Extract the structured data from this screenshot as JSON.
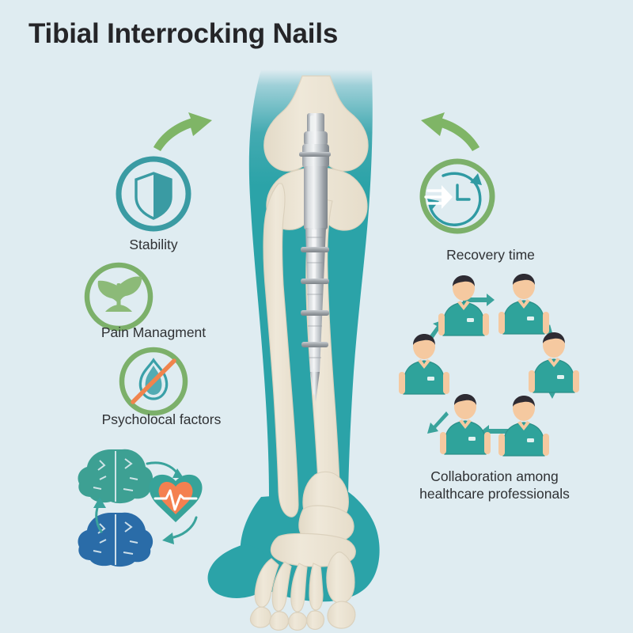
{
  "header": {
    "title": "Tibial Interrocking Nails"
  },
  "palette": {
    "background": "#dfecf1",
    "leg_teal": "#2ba3a8",
    "bone_cream": "#ece4d4",
    "bone_outline": "#d9cfbb",
    "implant_light": "#e8eaec",
    "implant_mid": "#b6bbc0",
    "implant_dark": "#8d9399",
    "teal_ring": "#3a9ba3",
    "green_ring": "#7cb06a",
    "green_arrow": "#7fb566",
    "brain_teal": "#3da093",
    "brain_blue": "#2a6ca8",
    "heart_teal": "#37a399",
    "heart_orange": "#f48050",
    "scrub_teal": "#2fa39b",
    "skin": "#f5c9a0",
    "hair": "#2e2b33",
    "arrow_teal": "#3aa39c",
    "text_dark": "#2f3134",
    "title_dark": "#252528"
  },
  "left_column": {
    "items": [
      {
        "id": "stability",
        "label": "Stability",
        "icon": "shield-icon",
        "ring_color": "#3a9ba3",
        "icon_color": "#3a9ba3"
      },
      {
        "id": "pain-managment",
        "label": "Pain Managment",
        "icon": "sprout-plant-icon",
        "ring_color": "#7cb06a",
        "icon_color": "#8cba78"
      },
      {
        "id": "psycholocal-factors",
        "label": "Psycholocal factors",
        "icon": "no-flame-icon",
        "ring_color": "#7cb06a",
        "icon_color": "#3aa0a8",
        "slash_color": "#f0844d"
      }
    ],
    "brain_heart_cycle": {
      "name": "brain-heart-cycle-diagram",
      "nodes": [
        {
          "id": "brain-top",
          "type": "brain-icon",
          "color": "#3da093"
        },
        {
          "id": "heart-ecg",
          "type": "heart-ecg-icon",
          "color": "#37a399",
          "inner_color": "#f48050"
        },
        {
          "id": "brain-bottom",
          "type": "brain-icon",
          "color": "#2a6ca8"
        }
      ],
      "arrow_count": 3,
      "arrow_color": "#3aa39c"
    }
  },
  "right_column": {
    "items": [
      {
        "id": "recovery-time",
        "label": "Recovery time",
        "icon": "fast-clock-icon",
        "ring_color": "#7cb06a",
        "icon_color": "#2f9aa3"
      }
    ],
    "collaboration": {
      "id": "collaboration",
      "label": "Collaboration among healthcare professionals",
      "label_lines": [
        "Collaboration among",
        "healthcare professionals"
      ],
      "icon": "healthcare-team-cycle-icon",
      "person_count": 6,
      "arrow_count": 6,
      "arrow_color": "#3aa39c",
      "scrub_color": "#2fa39b"
    }
  },
  "center": {
    "name": "tibia-with-interlocking-nail-illustration",
    "anatomy": {
      "leg_silhouette": "teal-gradient-leg",
      "bones": [
        "tibia",
        "fibula",
        "femur-condyles",
        "patella-region",
        "tarsals",
        "metatarsals",
        "phalanges"
      ],
      "implant": {
        "name": "intramedullary-interlocking-nail",
        "locking_screws": 5,
        "proximal_screws": 1,
        "distal_screws": 4
      }
    }
  },
  "arrows": {
    "left_pointer": {
      "name": "green-curved-arrow-right",
      "color": "#7fb566",
      "direction": "up-right"
    },
    "right_pointer": {
      "name": "green-curved-arrow-left",
      "color": "#7fb566",
      "direction": "up-left"
    }
  }
}
